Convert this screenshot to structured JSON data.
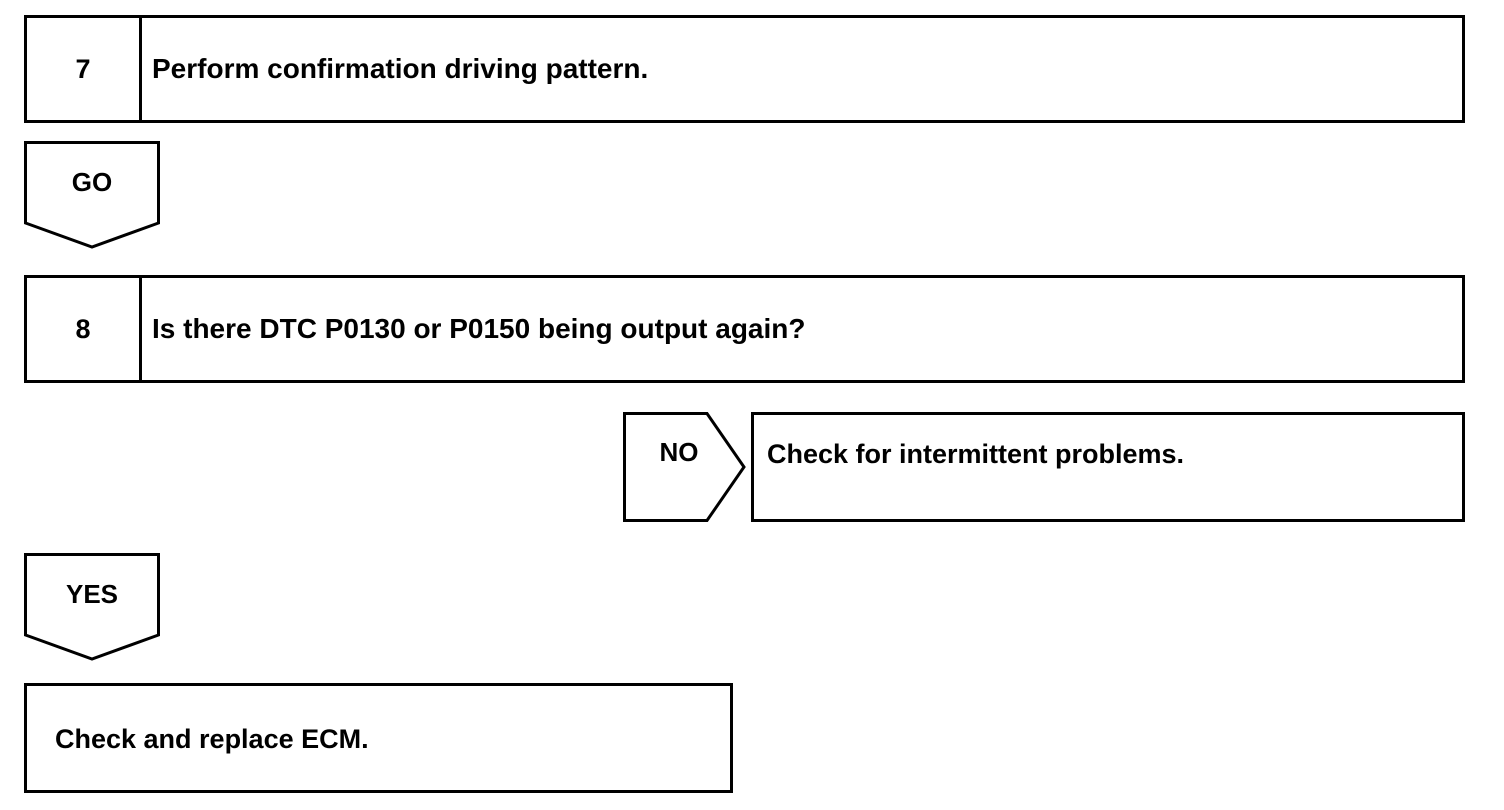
{
  "steps": [
    {
      "number": "7",
      "text": "Perform confirmation driving pattern."
    },
    {
      "number": "8",
      "text": "Is there DTC P0130 or P0150 being output again?"
    }
  ],
  "arrows": {
    "go": "GO",
    "no": "NO",
    "yes": "YES"
  },
  "results": {
    "no_action": "Check for intermittent problems.",
    "yes_action": "Check and replace ECM."
  }
}
